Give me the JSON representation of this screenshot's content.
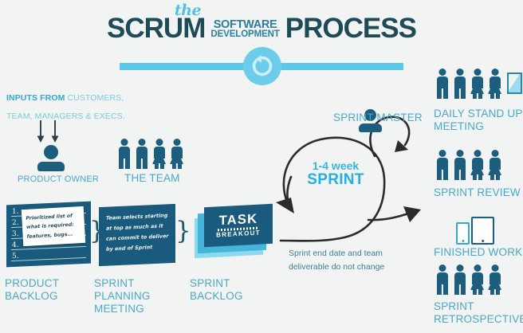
{
  "header": {
    "the": "the",
    "scrum": "SCRUM",
    "software": "SOFTWARE",
    "development": "DEVELOPMENT",
    "process": "PROCESS",
    "badge_icon": "refresh-loop-icon"
  },
  "inputs": {
    "key": "INPUTS FROM",
    "value_line1": " CUSTOMERS,",
    "value_line2": "TEAM, MANAGERS & EXECS."
  },
  "roles": {
    "product_owner": "PRODUCT OWNER",
    "the_team": "THE TEAM",
    "sprint_master": "SPRINT MASTER"
  },
  "product_backlog": {
    "label_line1": "PRODUCT",
    "label_line2": "BACKLOG",
    "numbers": [
      "1.",
      "2.",
      "3.",
      "4.",
      "5."
    ],
    "sticky_note": "Prioritized list of what is required: features, bugs..."
  },
  "sprint_planning": {
    "label_line1": "SPRINT",
    "label_line2": "PLANNING",
    "label_line3": "MEETING",
    "card_text": "Team selects starting at top as much as it can commit to deliver by end of Sprint"
  },
  "sprint_backlog": {
    "label_line1": "SPRINT",
    "label_line2": "BACKLOG",
    "card_title": "TASK",
    "card_subtitle": "BREAKOUT"
  },
  "sprint": {
    "duration": "1-4 week",
    "word": "SPRINT",
    "note_line1": "Sprint end date and team",
    "note_line2": "deliverable do not change"
  },
  "right_column": {
    "daily_standup_line1": "DAILY STAND UP",
    "daily_standup_line2": "MEETING",
    "sprint_review": "SPRINT REVIEW",
    "finished_work": "FINISHED WORK",
    "sprint_retrospective_line1": "SPRINT",
    "sprint_retrospective_line2": "RETROSPECTIVE"
  },
  "colors": {
    "background": "#f2f3f3",
    "dark_teal": "#1f4a57",
    "icon_blue": "#1d5e7e",
    "label_blue": "#4aa8cf",
    "accent_cyan": "#5cc8e8",
    "bright_cyan": "#22b0e6",
    "card_blue": "#1a5a7c",
    "note_blue": "#3b7f96"
  }
}
